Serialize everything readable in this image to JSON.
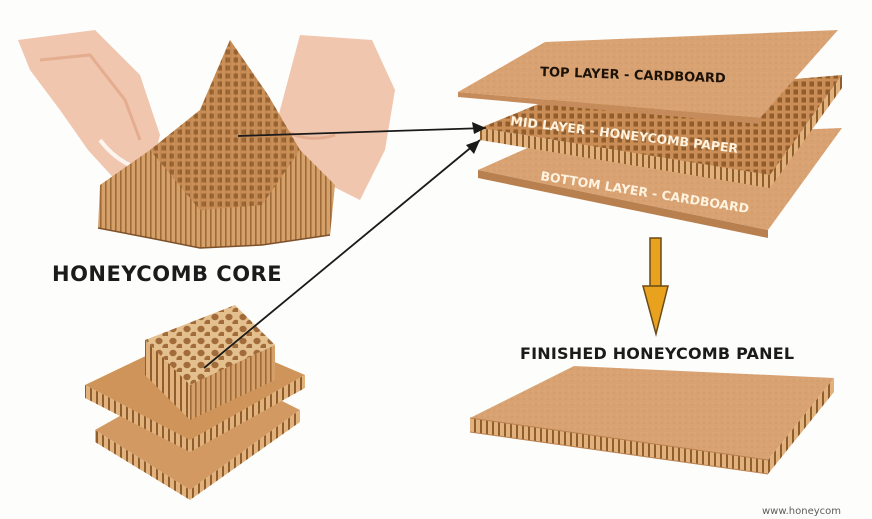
{
  "labels": {
    "top_layer": "TOP LAYER - CARDBOARD",
    "mid_layer": "MID LAYER - HONEYCOMB PAPER",
    "bottom_layer": "BOTTOM LAYER - CARDBOARD",
    "core": "HONEYCOMB CORE",
    "finished": "FINISHED HONEYCOMB PANEL",
    "watermark": "www.honeycom"
  },
  "colors": {
    "cardboard": "#d9a273",
    "cardboard_edge": "#b9804f",
    "honeycomb": "#c98d55",
    "honeycomb_dark": "#9e6a38",
    "arrow_fill": "#e9a21d",
    "arrow_outline": "#6b4a17",
    "pointer_line": "#1a1a1a",
    "skin": "#f3cdb8"
  }
}
